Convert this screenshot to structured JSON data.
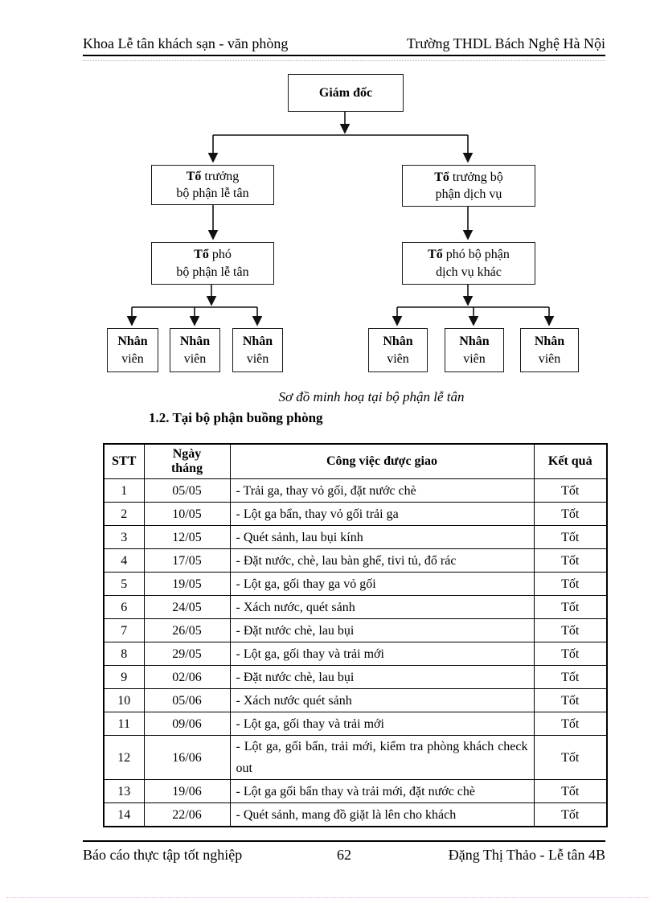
{
  "header": {
    "left": "Khoa Lễ tân khách sạn - văn phòng",
    "right": "Trường THDL Bách Nghệ Hà Nội"
  },
  "org_chart": {
    "caption": "Sơ đồ minh hoạ tại bộ phận lễ tân",
    "director": "Giám đốc",
    "reception_leader": {
      "first_word": "Tổ",
      "line1_rest": "trưởng",
      "line2": "bộ phận lễ tân"
    },
    "service_leader": {
      "first_word": "Tổ",
      "line1_rest": "trưởng bộ",
      "line2": "phận dịch vụ"
    },
    "reception_deputy": {
      "first_word": "Tổ",
      "line1_rest": "phó",
      "line2": "bộ phận lễ tân"
    },
    "service_deputy": {
      "first_word": "Tổ",
      "line1_rest": "phó bộ phận",
      "line2": "dịch vụ khác"
    },
    "staff": {
      "line1": "Nhân",
      "line2": "viên"
    }
  },
  "section_heading": "1.2. Tại bộ phận buồng phòng",
  "table": {
    "headers": {
      "stt": "STT",
      "date": "Ngày tháng",
      "task": "Công việc được giao",
      "result": "Kết quả"
    },
    "rows": [
      {
        "stt": "1",
        "date": "05/05",
        "task": "- Trải ga, thay vỏ gối, đặt nước chè",
        "result": "Tốt"
      },
      {
        "stt": "2",
        "date": "10/05",
        "task": "- Lột ga bẩn, thay vỏ gối trải ga",
        "result": "Tốt"
      },
      {
        "stt": "3",
        "date": "12/05",
        "task": "- Quét sảnh, lau bụi kính",
        "result": "Tốt"
      },
      {
        "stt": "4",
        "date": "17/05",
        "task": "- Đặt nước, chè, lau bàn ghế, tivi tủ, đổ rác",
        "result": "Tốt"
      },
      {
        "stt": "5",
        "date": "19/05",
        "task": "- Lột ga, gối thay ga vỏ gối",
        "result": "Tốt"
      },
      {
        "stt": "6",
        "date": "24/05",
        "task": "- Xách nước, quét sảnh",
        "result": "Tốt"
      },
      {
        "stt": "7",
        "date": "26/05",
        "task": "- Đặt nước chè, lau bụi",
        "result": "Tốt"
      },
      {
        "stt": "8",
        "date": "29/05",
        "task": "- Lột ga, gối thay và trải mới",
        "result": "Tốt"
      },
      {
        "stt": "9",
        "date": "02/06",
        "task": "- Đặt nước chè, lau bụi",
        "result": "Tốt"
      },
      {
        "stt": "10",
        "date": "05/06",
        "task": "- Xách nước quét sảnh",
        "result": "Tốt"
      },
      {
        "stt": "11",
        "date": "09/06",
        "task": "- Lột ga, gối thay và trải mới",
        "result": "Tốt"
      },
      {
        "stt": "12",
        "date": "16/06",
        "task": "- Lột ga, gối bẩn, trải mới, kiểm tra phòng khách check out",
        "result": "Tốt"
      },
      {
        "stt": "13",
        "date": "19/06",
        "task": "- Lột ga gối bẩn thay và trải mới, đặt nước chè",
        "result": "Tốt"
      },
      {
        "stt": "14",
        "date": "22/06",
        "task": "- Quét sảnh, mang đồ giặt là lên cho khách",
        "result": "Tốt"
      }
    ]
  },
  "footer": {
    "left": "Báo cáo thực tập tốt nghiệp",
    "page_number": "62",
    "right": "Đặng Thị Thảo - Lễ tân 4B"
  }
}
